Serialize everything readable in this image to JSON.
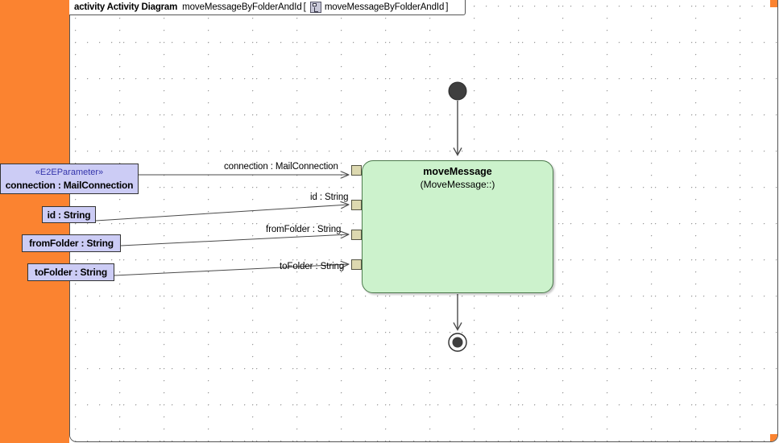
{
  "frame": {
    "keyword": "activity Activity Diagram",
    "name": "moveMessageByFolderAndId",
    "bracket_open": "[",
    "bracket_close": "]",
    "icon": "activity-classifier-icon",
    "inner_name": "moveMessageByFolderAndId"
  },
  "colors": {
    "panel_orange": "#fb8330",
    "param_fill": "#ccccf5",
    "param_border": "#333333",
    "stereotype_text": "#3333aa",
    "activity_fill": "#ccf2cc",
    "activity_border": "#4d7a4d",
    "pin_fill": "#ddd9b0",
    "node_dark": "#3f3f3f",
    "edge_line": "#4a4a4a",
    "grid_dot": "#9a9a9a"
  },
  "parameters": [
    {
      "id": "connection",
      "stereotype": "«E2EParameter»",
      "label": "connection : MailConnection",
      "edge_label": "connection : MailConnection"
    },
    {
      "id": "id",
      "stereotype": "",
      "label": "id : String",
      "edge_label": "id : String"
    },
    {
      "id": "fromFolder",
      "stereotype": "",
      "label": "fromFolder : String",
      "edge_label": "fromFolder : String"
    },
    {
      "id": "toFolder",
      "stereotype": "",
      "label": "toFolder : String",
      "edge_label": "toFolder : String"
    }
  ],
  "activity": {
    "name": "moveMessage",
    "qualifier": "(MoveMessage::)"
  },
  "nodes": {
    "initial": "initial-node",
    "final": "activity-final-node"
  }
}
